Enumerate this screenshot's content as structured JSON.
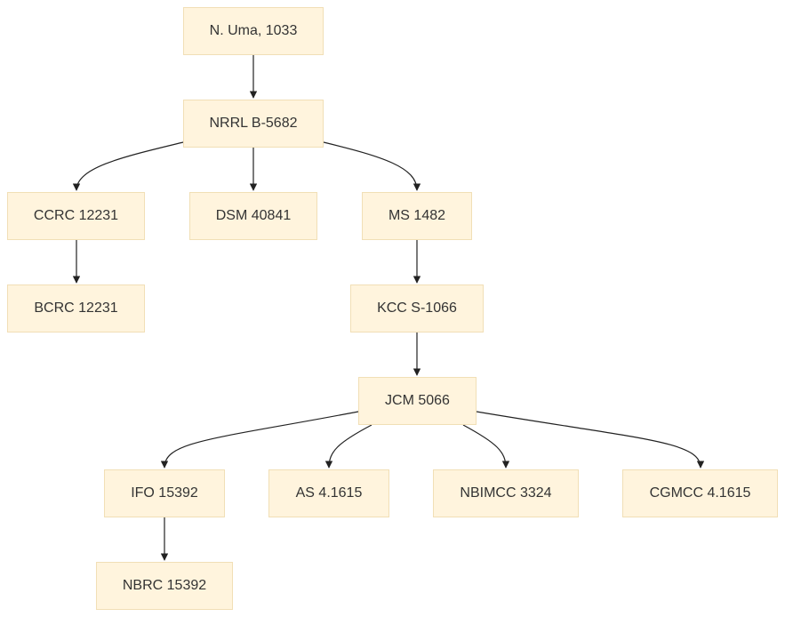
{
  "diagram": {
    "nodes": [
      {
        "id": "uma",
        "label": "N. Uma, 1033"
      },
      {
        "id": "nrrl",
        "label": "NRRL B-5682"
      },
      {
        "id": "ccrc",
        "label": "CCRC 12231"
      },
      {
        "id": "dsm",
        "label": "DSM 40841"
      },
      {
        "id": "ms",
        "label": "MS 1482"
      },
      {
        "id": "bcrc",
        "label": "BCRC 12231"
      },
      {
        "id": "kcc",
        "label": "KCC S-1066"
      },
      {
        "id": "jcm",
        "label": "JCM 5066"
      },
      {
        "id": "ifo",
        "label": "IFO 15392"
      },
      {
        "id": "as",
        "label": "AS 4.1615"
      },
      {
        "id": "nbimcc",
        "label": "NBIMCC 3324"
      },
      {
        "id": "cgmcc",
        "label": "CGMCC 4.1615"
      },
      {
        "id": "nbrc",
        "label": "NBRC 15392"
      }
    ],
    "edges": [
      {
        "from": "uma",
        "to": "nrrl"
      },
      {
        "from": "nrrl",
        "to": "ccrc"
      },
      {
        "from": "nrrl",
        "to": "dsm"
      },
      {
        "from": "nrrl",
        "to": "ms"
      },
      {
        "from": "ccrc",
        "to": "bcrc"
      },
      {
        "from": "ms",
        "to": "kcc"
      },
      {
        "from": "kcc",
        "to": "jcm"
      },
      {
        "from": "jcm",
        "to": "ifo"
      },
      {
        "from": "jcm",
        "to": "as"
      },
      {
        "from": "jcm",
        "to": "nbimcc"
      },
      {
        "from": "jcm",
        "to": "cgmcc"
      },
      {
        "from": "ifo",
        "to": "nbrc"
      }
    ],
    "colors": {
      "node_fill": "#fff4dd",
      "node_border": "#f1dfb6",
      "edge": "#222222",
      "text": "#333333"
    }
  }
}
